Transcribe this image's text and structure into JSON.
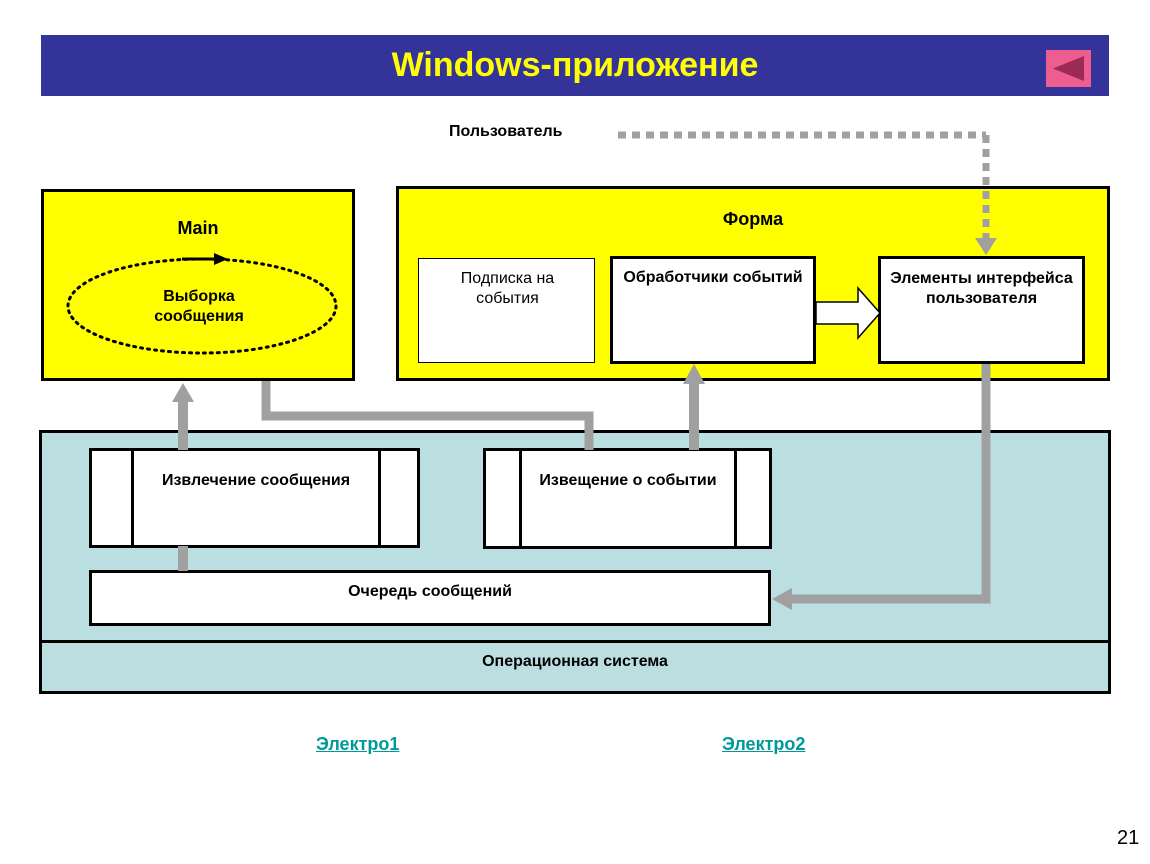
{
  "header": {
    "title": "Windows-приложение"
  },
  "user_label": "Пользователь",
  "main_box": {
    "title": "Main",
    "loop_label": "Выборка сообщения"
  },
  "form_box": {
    "title": "Форма",
    "subscription": "Подписка на события",
    "handlers": "Обработчики событий",
    "ui_elements": "Элементы интерфейса пользователя"
  },
  "os_area": {
    "extraction": "Извлечение сообщения",
    "notification": "Извещение о событии",
    "queue": "Очередь сообщений",
    "os_label": "Операционная система"
  },
  "links": {
    "electro1": "Электро1",
    "electro2": "Электро2"
  },
  "page_number": "21",
  "colors": {
    "header_bg": "#333399",
    "title_text": "#ffff00",
    "box_yellow": "#ffff00",
    "os_bg": "#bbdfe1",
    "arrow_gray": "#a0a0a0",
    "link": "#009999",
    "back_button": "#ee5d8f"
  },
  "icons": {
    "back": "triangle-left-icon"
  }
}
